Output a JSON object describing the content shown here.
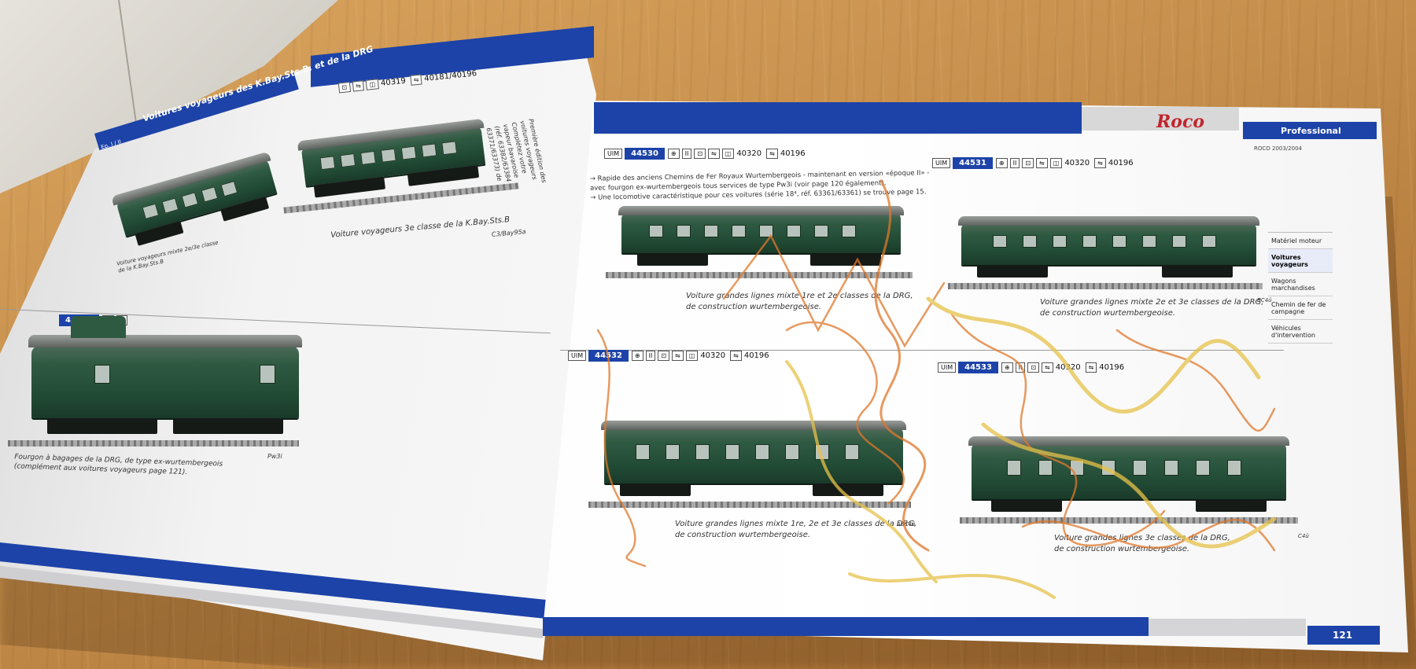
{
  "left_page": {
    "header_title": "Voitures voyageurs des K.Bay.Sts.B. et de la DRG",
    "header_codes": [
      "40319",
      "40181/40196"
    ],
    "era_tag": "Ep. I / II",
    "coach_top_right_caption": "Voiture voyageurs 3e classe de la K.Bay.Sts.B",
    "coach_top_right_code": "C3/Bay95a",
    "coach_top_left_caption": [
      "Voiture voyageurs mixte 2e/3e classe",
      "de la K.Bay.Sts.B"
    ],
    "intro_text": [
      "Première édition des",
      "voitures voyageurs",
      "Complétez votre",
      "vapeur bavaroise",
      "(réf. 63382/63384",
      "63371/63373) de"
    ],
    "van_badge": "44511",
    "van_caption": [
      "Fourgon à bagages de la DRG, de type ex-wurtembergeois",
      "(complément aux voitures voyageurs page 121)."
    ],
    "van_code": "Pw3i"
  },
  "right_page": {
    "brand": "Roco",
    "brand_sub": "Professional",
    "catalog_year": "ROCO 2003/2004",
    "intro_lines": [
      "→ Rapide des anciens Chemins de Fer Royaux Wurtembergeois - maintenant en version «époque II» -",
      "avec fourgon ex-wurtembergeois tous services de type Pw3i (voir page 120 également).",
      "→ Une locomotive caractéristique pour ces voitures (série 18⁴, réf. 63361/63361) se trouve page 15."
    ],
    "products": [
      {
        "sku": "44530",
        "codes": [
          "40320",
          "40196"
        ],
        "caption": [
          "Voiture grandes lignes mixte 1re et 2e classes de la DRG,",
          "de construction wurtembergeoise."
        ],
        "type_code": ""
      },
      {
        "sku": "44531",
        "codes": [
          "40320",
          "40196"
        ],
        "caption": [
          "Voiture grandes lignes mixte 2e et 3e classes de la DRG,",
          "de construction wurtembergeoise."
        ],
        "type_code": "BC4ü"
      },
      {
        "sku": "44532",
        "codes": [
          "40320",
          "40196"
        ],
        "caption": [
          "Voiture grandes lignes mixte 1re, 2e et 3e classes de la DRG,",
          "de construction wurtembergeoise."
        ],
        "type_code": "ABC4ü"
      },
      {
        "sku": "44533",
        "codes": [
          "40320",
          "40196"
        ],
        "caption": [
          "Voiture grandes lignes 3e classes de la DRG,",
          "de construction wurtembergeoise."
        ],
        "type_code": "C4ü"
      }
    ],
    "uim_label": "UIM",
    "sidebar": [
      "Matériel moteur",
      "Voitures voyageurs",
      "Wagons marchandises",
      "Chemin de fer de campagne",
      "Véhicules d'intervention"
    ],
    "page_number": "121"
  },
  "colors": {
    "band_blue": "#1d43a8",
    "coach_green": "#2f5a42",
    "crayon_orange": "#e0782a",
    "crayon_yellow": "#e7c24a"
  }
}
